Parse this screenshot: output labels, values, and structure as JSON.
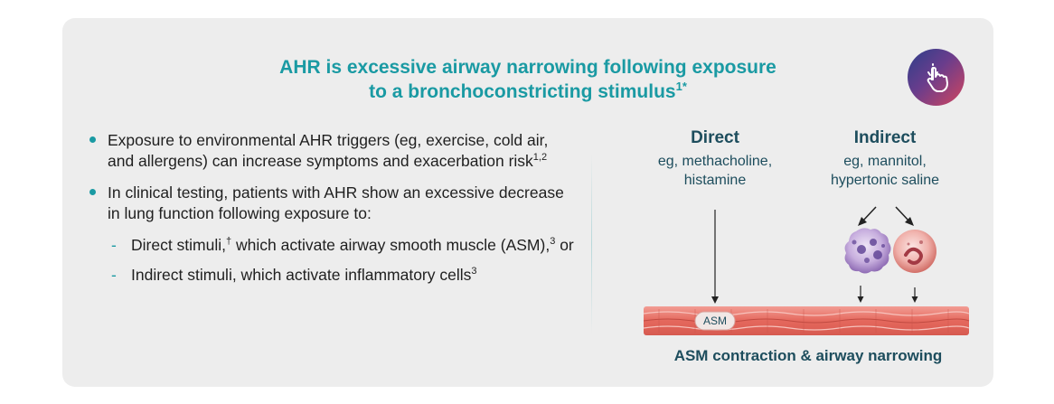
{
  "title": {
    "line1": "AHR is excessive airway narrowing following exposure",
    "line2": "to a bronchoconstricting stimulus",
    "line2_sup": "1*"
  },
  "bullets": [
    {
      "text": "Exposure to environmental AHR triggers (eg, exercise, cold air, and allergens) can increase symptoms and exacerbation risk",
      "sup": "1,2"
    },
    {
      "text": "In clinical testing, patients with AHR show an excessive decrease in lung function following exposure to:",
      "sup": ""
    }
  ],
  "sub_bullets": [
    {
      "dash": "-",
      "part1": "Direct stimuli,",
      "sup1": "†",
      "part2": " which activate airway smooth muscle (ASM),",
      "sup2": "3",
      "part3": " or"
    },
    {
      "dash": "-",
      "part1": "Indirect stimuli, which activate inflammatory cells",
      "sup1": "3"
    }
  ],
  "diagram": {
    "direct": {
      "title": "Direct",
      "line1": "eg, methacholine,",
      "line2": "histamine"
    },
    "indirect": {
      "title": "Indirect",
      "line1": "eg, mannitol,",
      "line2": "hypertonic saline"
    },
    "asm_label": "ASM",
    "caption": "ASM contraction & airway narrowing"
  },
  "icons": {
    "touch": "touch-hand-icon"
  },
  "colors": {
    "teal": "#1a9aa3",
    "navy": "#1d4d5d",
    "card_bg": "#ededed",
    "muscle": "#e5685d"
  }
}
